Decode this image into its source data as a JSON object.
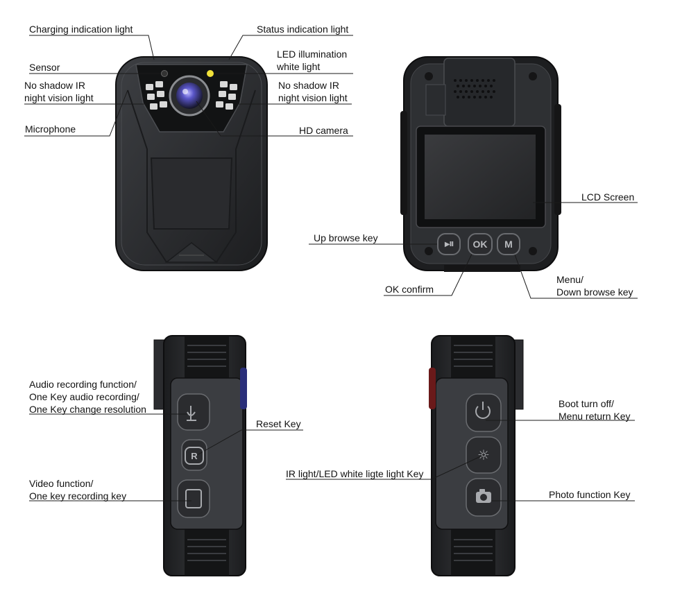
{
  "labels": {
    "charging": "Charging indication light",
    "status": "Status indication light",
    "sensor": "Sensor",
    "led_1": "LED illumination",
    "led_2": "white light",
    "ir_left_1": "No shadow IR",
    "ir_left_2": "night vision light",
    "ir_right_1": "No shadow IR",
    "ir_right_2": "night vision light",
    "microphone": "Microphone",
    "hd_camera": "HD camera",
    "lcd": "LCD Screen",
    "up_browse": "Up browse key",
    "ok_confirm": "OK confirm",
    "menu_1": "Menu/",
    "menu_2": "Down browse key",
    "audio_1": "Audio recording function/",
    "audio_2": "One Key audio recording/",
    "audio_3": "One Key change resolution",
    "reset": "Reset Key",
    "video_1": "Video function/",
    "video_2": "One key recording key",
    "boot_1": "Boot turn off/",
    "boot_2": "Menu return Key",
    "ir_key": "IR light/LED white ligte light Key",
    "photo": "Photo function Key"
  },
  "buttons": {
    "play": "▶II",
    "ok": "OK",
    "m": "M",
    "r": "R"
  },
  "colors": {
    "body": "#2b2d30",
    "body_dark": "#17181a",
    "led_yellow": "#f2e23a",
    "lens_blue": "#5a56c8"
  }
}
